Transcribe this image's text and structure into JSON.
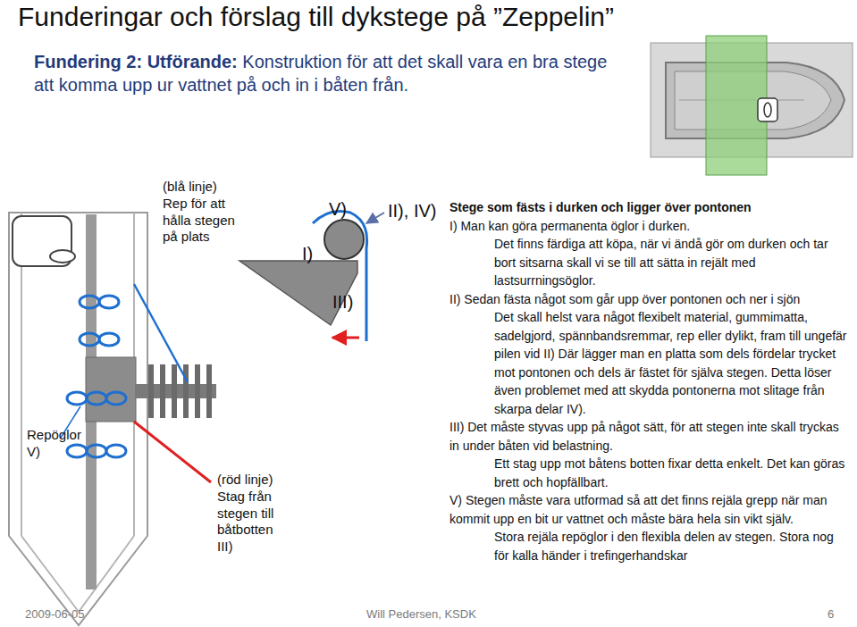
{
  "diagram": {
    "title": "Funderingar och förslag till dykstege på ”Zeppelin”",
    "labels": [
      "Fundering 2: Utförande:",
      "Konstruktion för att det skall vara en bra stege att komma upp ur vattnet på och in i båten från.",
      "(blå linje) Rep för att hålla stegen på plats",
      "Repöglor V)",
      "(röd linje) Stag från stegen till båtbotten III)",
      "V)",
      "I)",
      "III)",
      "II), IV)",
      "Stege som fästs i durken och ligger över pontonen",
      "I) Man kan göra permanenta öglor i durken.",
      "Det finns färdiga att köpa, när vi ändå gör om durken och tar bort sitsarna skall vi se till att sätta in rejält med lastsurrningsöglor.",
      "II) Sedan fästa något som går upp över pontonen och ner i sjön",
      "Det skall helst vara något flexibelt material, gummimatta, sadelgjord, spännbandsremmar, rep eller dylikt, fram till ungefär pilen vid II) Där lägger man en platta som dels fördelar trycket mot pontonen och dels är fästet för själva stegen. Detta löser även problemet med att skydda pontonerna mot slitage från skarpa delar IV).",
      "III) Det måste styvas upp på något sätt, för att stegen inte skall tryckas in under båten vid belastning.",
      "Ett stag upp mot båtens botten fixar detta enkelt. Det kan göras brett och hopfällbart.",
      "V) Stegen måste vara utformad så att det finns rejäla grepp när man kommit upp en bit ur vattnet och måste bära hela sin vikt själv.",
      "Stora rejäla repöglor i den flexibla delen av stegen. Stora nog för kalla händer i trefingerhandskar",
      "2009-06-05",
      "Will Pedersen, KSDK",
      "6"
    ]
  }
}
